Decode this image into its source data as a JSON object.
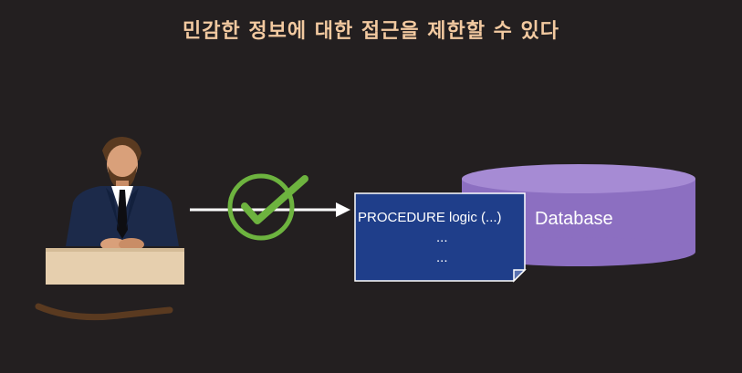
{
  "title": "민감한 정보에 대한 접근을 제한할 수 있다",
  "document": {
    "lines": [
      "PROCEDURE logic (...)",
      "...",
      "..."
    ]
  },
  "database": {
    "label": "Database"
  },
  "colors": {
    "background": "#231f20",
    "title": "#f2c9a0",
    "check": "#6db33f",
    "document": "#1f3e8a",
    "database": "#8c6fc1",
    "arrow": "#ffffff"
  },
  "icons": [
    "businessman-icon",
    "check-icon",
    "arrow-icon",
    "document-icon",
    "database-icon"
  ]
}
